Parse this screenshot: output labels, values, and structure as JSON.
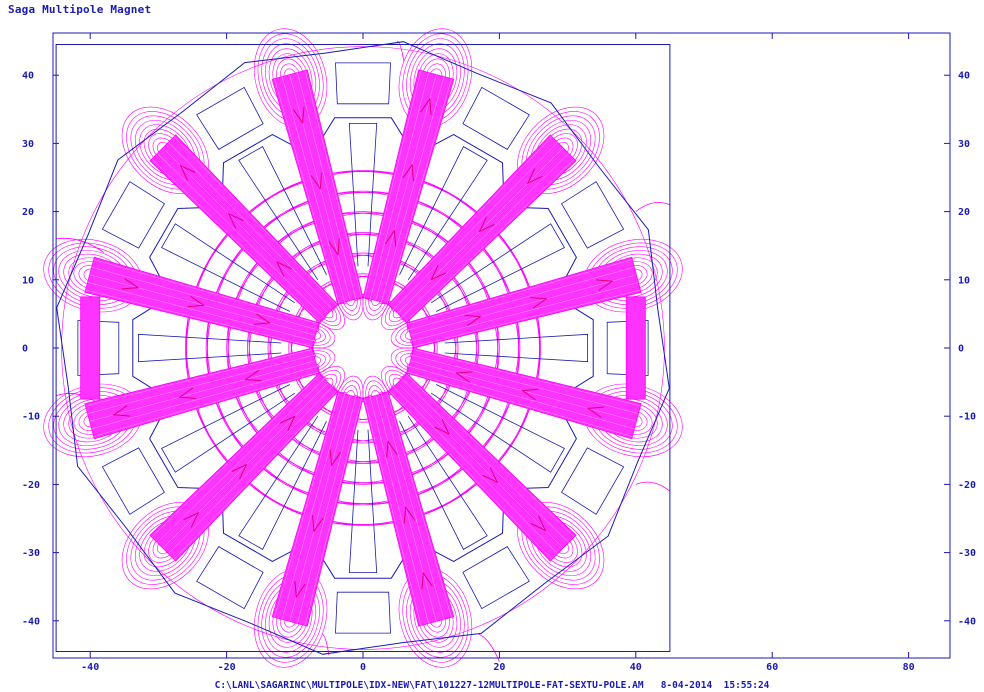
{
  "title": "Saga Multipole Magnet",
  "footer": "C:\\LANL\\SAGARINC\\MULTIPOLE\\IDX-NEW\\FAT\\101227-12MULTIPOLE-FAT-SEXTU-POLE.AM   8-04-2014  15:55:24",
  "colors": {
    "frame": "#1a1ab4",
    "geometry": "#1a1ab4",
    "field_lines": "#ff00ff",
    "coil_fill": "#ff33ff",
    "flux_arrows": "#e0007a"
  },
  "axes": {
    "x_ticks": [
      "-40",
      "-20",
      "0",
      "20",
      "40",
      "60",
      "80"
    ],
    "left_y_ticks": [
      "40",
      "30",
      "20",
      "10",
      "0",
      "-10",
      "-20",
      "-30",
      "-40"
    ],
    "right_y_ticks": [
      "40",
      "30",
      "20",
      "10",
      "0",
      "-10",
      "-20",
      "-30",
      "-40"
    ],
    "xlim": [
      -45,
      85
    ],
    "ylim": [
      -46,
      45
    ]
  },
  "magnet": {
    "pole_count": 12,
    "coil_angles_deg": [
      15,
      45,
      75,
      105,
      135,
      165,
      195,
      225,
      255,
      285,
      315,
      345
    ],
    "pole_angles_deg": [
      0,
      30,
      60,
      90,
      120,
      150,
      180,
      210,
      240,
      270,
      300,
      330
    ],
    "problem_boundary_x": [
      -45,
      45
    ],
    "problem_boundary_y": [
      -44.5,
      44.5
    ]
  }
}
